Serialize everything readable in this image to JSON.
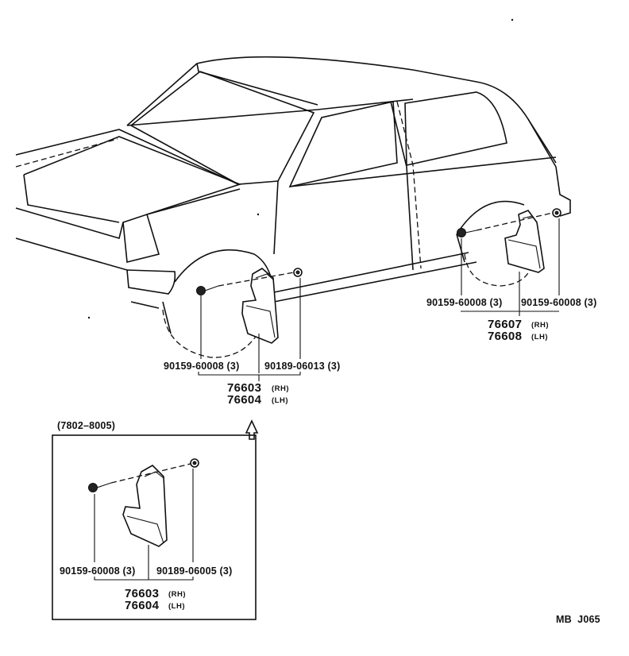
{
  "labels": {
    "front": {
      "part_left": "90159-60008 (3)",
      "part_right": "90189-06013 (3)",
      "flap_rh_number": "76603",
      "flap_rh_side": "(RH)",
      "flap_lh_number": "76604",
      "flap_lh_side": "(LH)"
    },
    "rear": {
      "part_left": "90159-60008 (3)",
      "part_right": "90159-60008 (3)",
      "flap_rh_number": "76607",
      "flap_rh_side": "(RH)",
      "flap_lh_number": "76608",
      "flap_lh_side": "(LH)"
    },
    "inset": {
      "title": "(7802–8005)",
      "part_left": "90159-60008 (3)",
      "part_right": "90189-06005 (3)",
      "flap_rh_number": "76603",
      "flap_rh_side": "(RH)",
      "flap_lh_number": "76604",
      "flap_lh_side": "(LH)"
    },
    "code": "MB  J065"
  }
}
